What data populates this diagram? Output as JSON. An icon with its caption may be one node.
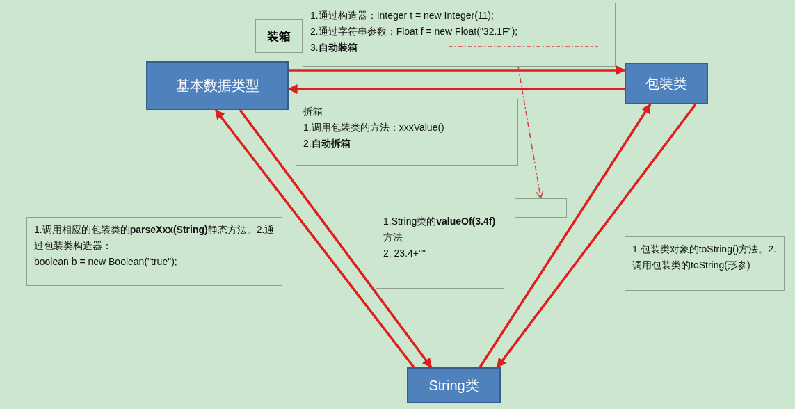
{
  "diagram": {
    "nodes": [
      {
        "text": [
          "基本数据类型"
        ]
      },
      {
        "text": [
          "包装类"
        ]
      },
      {
        "text": [
          "String类"
        ]
      },
      {
        "text": [
          "装箱"
        ]
      },
      {
        "text": [
          "1.通过构造器：Integer t = new Integer(11);",
          "2.通过字符串参数：Float f = new Float(\"32.1F\");",
          "3.**自动装箱**"
        ]
      },
      {
        "text": [
          "拆箱",
          "1.调用包装类的方法：xxxValue()",
          "2.**自动拆箱**"
        ]
      },
      {
        "text": [],
        "shape": "box"
      },
      {
        "text": [
          "1.调用相应的包装类的**parseXxx(String)**静态方法。2.通过包装类构造器：",
          "boolean b = new Boolean(\"true\");"
        ]
      },
      {
        "text": [
          "1.String类的**valueOf(3.4f)**方法",
          "2. 23.4+\"\""
        ]
      },
      {
        "text": [
          "1.包装类对象的toString()方法。2.调用包装类的toString(形参)"
        ]
      }
    ],
    "edges": [
      {
        "from": 0,
        "to": 1,
        "arrow": "to"
      },
      {
        "from": 1,
        "to": 0,
        "arrow": "to"
      },
      {
        "from": 2,
        "to": 0,
        "arrow": "to"
      },
      {
        "from": 0,
        "to": 2,
        "arrow": "to"
      },
      {
        "from": 2,
        "to": 1,
        "arrow": "to"
      },
      {
        "from": 1,
        "to": 2,
        "arrow": "to"
      },
      {
        "from": 4,
        "to": 6,
        "arrow": "to",
        "style": "dashed"
      }
    ]
  }
}
